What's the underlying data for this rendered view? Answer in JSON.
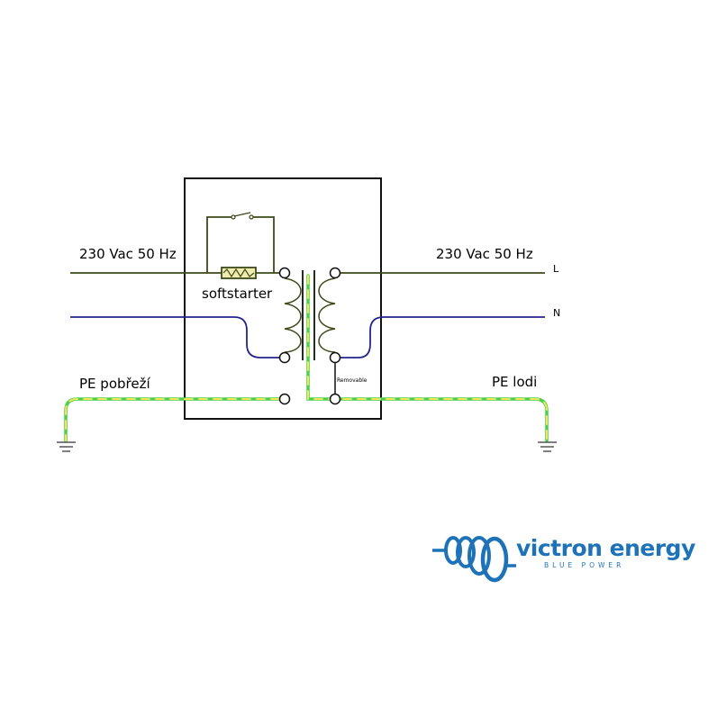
{
  "labels": {
    "input_voltage": "230 Vac 50 Hz",
    "output_voltage": "230 Vac 50 Hz",
    "line_terminal": "L",
    "neutral_terminal": "N",
    "softstarter": "softstarter",
    "removable": "Removable",
    "pe_shore": "PE pobřeží",
    "pe_boat": "PE lodi"
  },
  "logo": {
    "name": "victron energy",
    "tagline": "BLUE POWER"
  },
  "colors": {
    "line_wire": "#3d4a1a",
    "neutral_wire": "#24248c",
    "pe_wire_green": "#4ad04a",
    "pe_wire_yellow": "#f0e85a",
    "housing": "#111111",
    "softstarter_fill": "#f0ecb0",
    "brand": "#1e73b8"
  }
}
